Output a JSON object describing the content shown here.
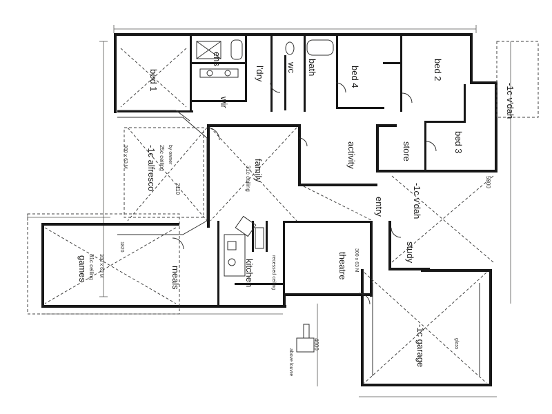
{
  "rooms": {
    "bed1": "bed 1",
    "ens": "ens",
    "ldry": "l'dry",
    "wc": "wc",
    "bath": "bath",
    "bed4": "bed 4",
    "bed2": "bed 2",
    "bed3": "bed 3",
    "store": "store",
    "wir": "wir",
    "alfresco": "-1c alfresco",
    "family": "family",
    "activity": "activity",
    "entry": "entry",
    "vdah_front": "-1c v'dah",
    "vdah_side": "-1c v'dah",
    "games": "games",
    "meals": "meals",
    "kitchen": "kitchen",
    "theatre": "theatre",
    "study": "study",
    "garage": "-1c garage"
  },
  "notes": {
    "ceiling_31c": "31c ceiling",
    "ceiling_25c": "25c ceiling",
    "ceiling_31c_games": "31c ceiling",
    "lintel_alfresco": "300 x 63 M",
    "lintel_theatre": "300 x 63 M",
    "lintel_games": "300 x 63 M",
    "by_owner": "by owner",
    "dim_4600": "4600",
    "dim_5300": "5300",
    "dim_2110": "2110",
    "dim_1820": "1820",
    "recessed_ceiling": "recessed ceiling",
    "glass_block": "glass",
    "above_louvre": "above louvre"
  }
}
